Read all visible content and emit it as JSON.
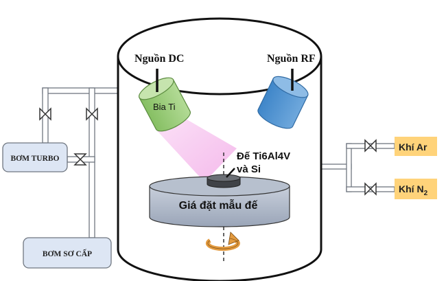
{
  "labels": {
    "dc_source": "Nguồn DC",
    "rf_source": "Nguồn RF",
    "target": "Bia Ti",
    "substrate_line1": "Đế Ti6Al4V",
    "substrate_line2": "và Si",
    "sample_holder": "Giá đặt mẫu đế",
    "turbo_pump": "BƠM TURBO",
    "primary_pump": "BƠM SƠ CẤP",
    "gas_ar": "Khí Ar",
    "gas_n2_prefix": "Khí N",
    "gas_n2_subscript": "2"
  },
  "colors": {
    "dc_source_fill": "#9fcf7e",
    "rf_source_fill": "#5b9bd5",
    "plasma_fill": "#f9c6f2",
    "holder_fill": "#b4bdcc",
    "pump_fill": "#dde6f4",
    "gas_fill": "#ffd37a",
    "pipe_fill": "#ffffff"
  },
  "icons": {
    "valve": "valve-icon",
    "rotation": "rotation-arrow-icon"
  }
}
